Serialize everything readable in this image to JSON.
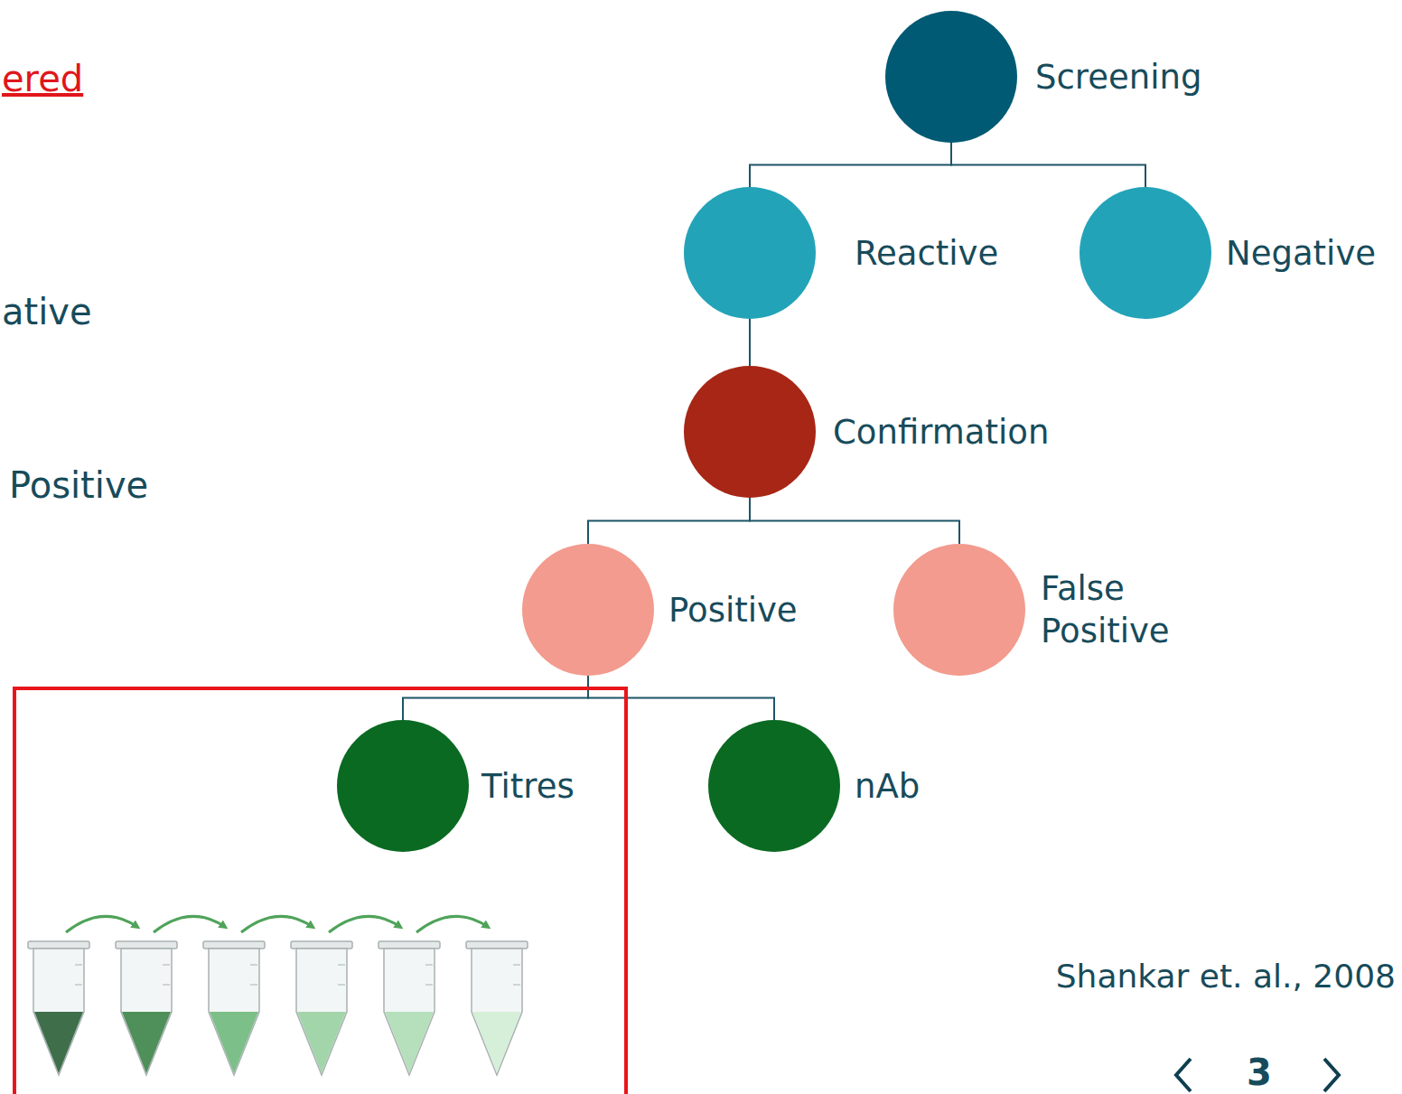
{
  "diagram": {
    "nodes": [
      {
        "text": [
          "Screening"
        ]
      },
      {
        "text": [
          "Reactive"
        ]
      },
      {
        "text": [
          "Negative"
        ]
      },
      {
        "text": [
          "Confirmation"
        ]
      },
      {
        "text": [
          "Positive"
        ]
      },
      {
        "text": [
          "False Positive"
        ]
      },
      {
        "text": [
          "Titres"
        ]
      },
      {
        "text": [
          "nAb"
        ]
      }
    ],
    "edges": [
      {
        "from": 0,
        "to": 1,
        "arrow": "none"
      },
      {
        "from": 0,
        "to": 2,
        "arrow": "none"
      },
      {
        "from": 1,
        "to": 3,
        "arrow": "none"
      },
      {
        "from": 3,
        "to": 4,
        "arrow": "none"
      },
      {
        "from": 3,
        "to": 5,
        "arrow": "none"
      },
      {
        "from": 4,
        "to": 6,
        "arrow": "none"
      },
      {
        "from": 4,
        "to": 7,
        "arrow": "none"
      }
    ],
    "labels": [
      "ered",
      "ative",
      "Positive",
      "Shankar et. al., 2008",
      "3"
    ]
  }
}
